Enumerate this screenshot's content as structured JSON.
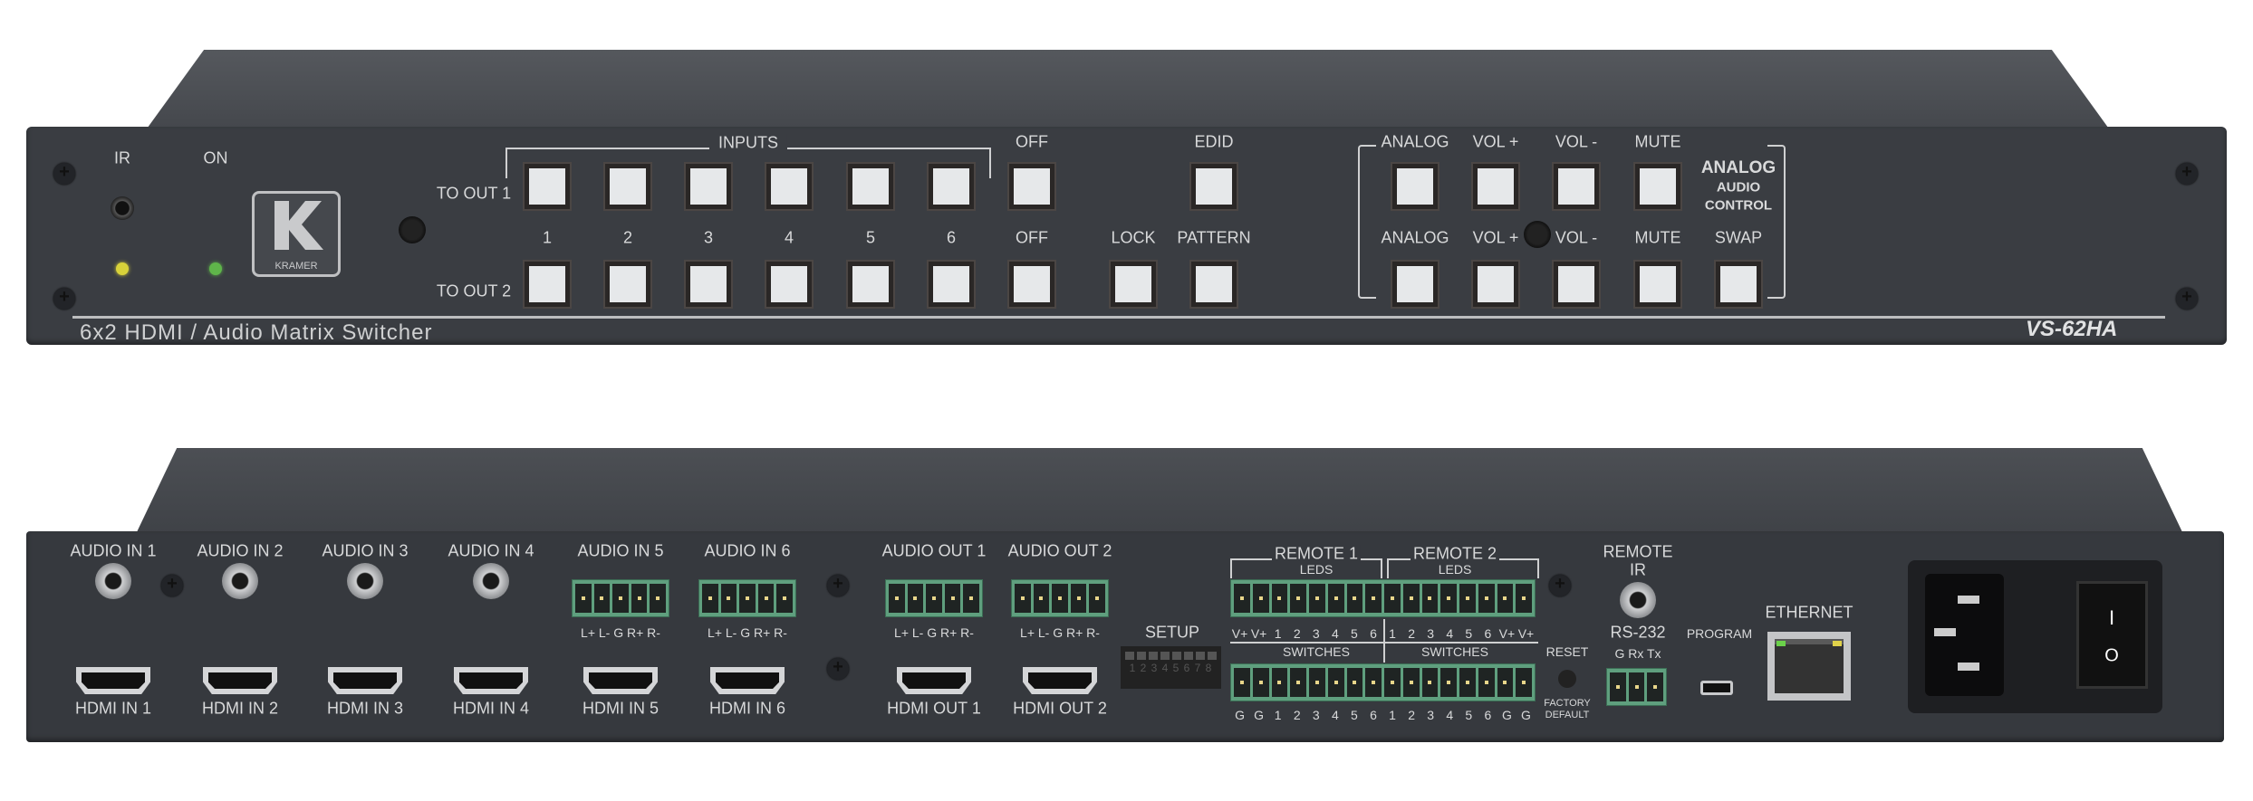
{
  "front": {
    "ir_label": "IR",
    "on_label": "ON",
    "brand": "KRAMER",
    "to_out_1": "TO OUT 1",
    "to_out_2": "TO OUT 2",
    "inputs_label": "INPUTS",
    "input_numbers": [
      "1",
      "2",
      "3",
      "4",
      "5",
      "6"
    ],
    "off_label": "OFF",
    "edid_label": "EDID",
    "lock_label": "LOCK",
    "pattern_label": "PATTERN",
    "analog_row1": [
      "ANALOG",
      "VOL +",
      "VOL -",
      "MUTE"
    ],
    "analog_row2": [
      "ANALOG",
      "VOL +",
      "VOL -",
      "MUTE",
      "SWAP"
    ],
    "analog_title": [
      "ANALOG",
      "AUDIO",
      "CONTROL"
    ],
    "description": "6x2 HDMI / Audio Matrix Switcher",
    "model": "VS-62HA"
  },
  "rear": {
    "audio_in": [
      "AUDIO IN 1",
      "AUDIO IN 2",
      "AUDIO IN 3",
      "AUDIO IN 4",
      "AUDIO IN 5",
      "AUDIO IN 6"
    ],
    "audio_out": [
      "AUDIO OUT 1",
      "AUDIO OUT 2"
    ],
    "balanced_pins": "L+ L-  G R+ R-",
    "hdmi_in": [
      "HDMI IN 1",
      "HDMI IN 2",
      "HDMI IN 3",
      "HDMI IN 4",
      "HDMI IN 5",
      "HDMI IN 6"
    ],
    "hdmi_out": [
      "HDMI OUT 1",
      "HDMI OUT 2"
    ],
    "setup": "SETUP",
    "dip_numbers": "1 2 3 4 5 6 7 8",
    "remote1": "REMOTE 1",
    "remote2": "REMOTE 2",
    "leds": "LEDS",
    "switches": "SWITCHES",
    "remote_top_pins": [
      "V+",
      "V+",
      "1",
      "2",
      "3",
      "4",
      "5",
      "6",
      "1",
      "2",
      "3",
      "4",
      "5",
      "6",
      "V+",
      "V+"
    ],
    "remote_bottom_pins": [
      "G",
      "G",
      "1",
      "2",
      "3",
      "4",
      "5",
      "6",
      "1",
      "2",
      "3",
      "4",
      "5",
      "6",
      "G",
      "G"
    ],
    "reset": "RESET",
    "factory_default": [
      "FACTORY",
      "DEFAULT"
    ],
    "remote_ir": [
      "REMOTE",
      "IR"
    ],
    "rs232": "RS-232",
    "rs232_pins": "G Rx Tx",
    "program": "PROGRAM",
    "ethernet": "ETHERNET",
    "power_on": "I",
    "power_off": "O"
  },
  "colors": {
    "chassis": "#3a3d42",
    "terminal": "#5f9f7e",
    "led_yellow": "#d8d23a",
    "led_green": "#5fb54a"
  }
}
